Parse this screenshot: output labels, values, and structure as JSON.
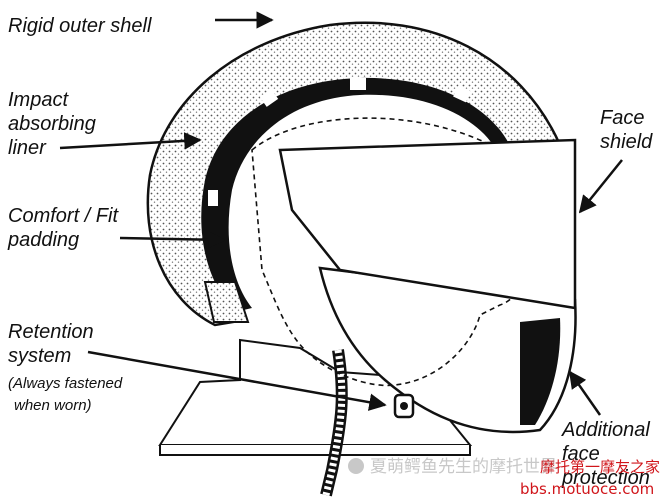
{
  "labels": {
    "outer_shell": "Rigid outer shell",
    "impact_liner": [
      "Impact",
      "absorbing",
      "liner"
    ],
    "comfort": [
      "Comfort / Fit",
      "padding"
    ],
    "retention": [
      "Retention",
      "system"
    ],
    "retention_note": [
      "(Always fastened",
      "when worn)"
    ],
    "face_shield": [
      "Face",
      "shield"
    ],
    "additional": [
      "Additional",
      "face",
      "protection"
    ]
  },
  "watermark": {
    "wechat": "夏萌鳄鱼先生的摩托世界",
    "forum_name": "摩托第一摩友之家",
    "forum_url": "bbs.motuoce.com"
  },
  "colors": {
    "ink": "#111111",
    "stipple": "#c8c8c8",
    "forum_red": "#d0161b"
  }
}
